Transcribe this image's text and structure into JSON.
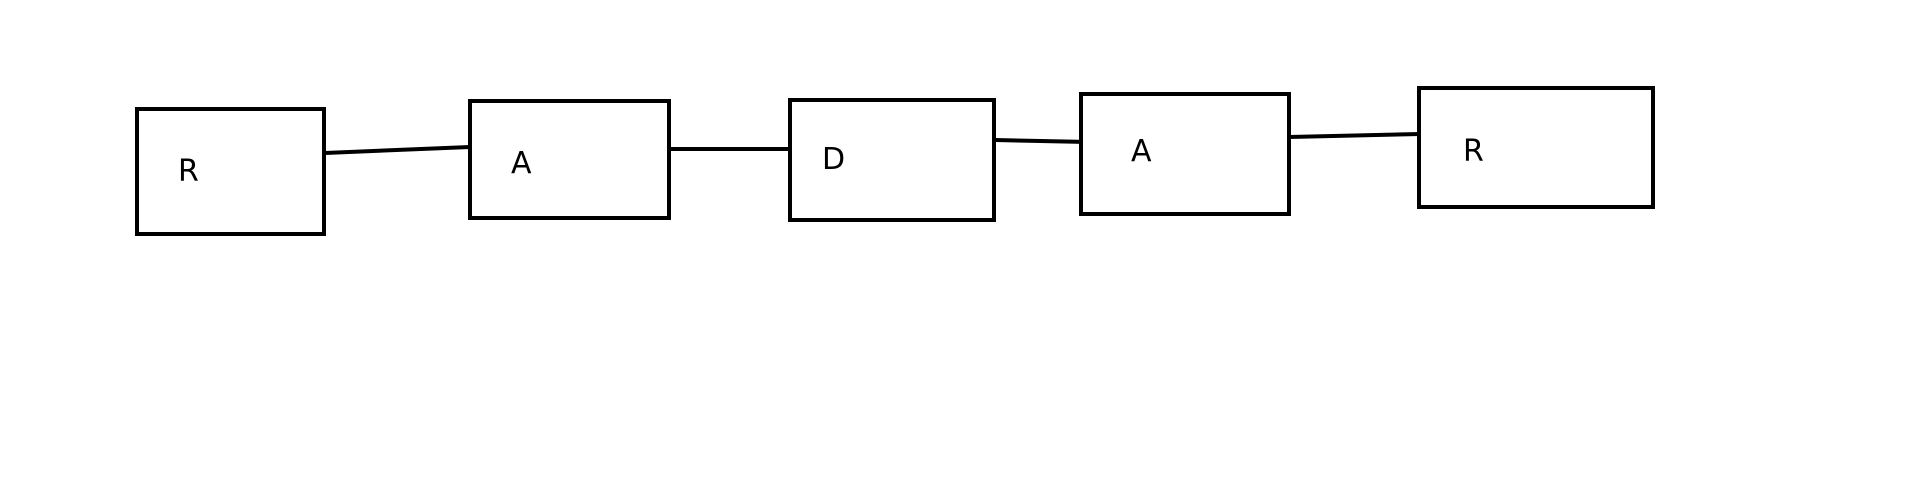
{
  "diagram": {
    "nodes": [
      {
        "id": "n1",
        "label": "R"
      },
      {
        "id": "n2",
        "label": "A"
      },
      {
        "id": "n3",
        "label": "D"
      },
      {
        "id": "n4",
        "label": "A"
      },
      {
        "id": "n5",
        "label": "R"
      }
    ],
    "edges": [
      {
        "from": "n1",
        "to": "n2"
      },
      {
        "from": "n2",
        "to": "n3"
      },
      {
        "from": "n3",
        "to": "n4"
      },
      {
        "from": "n4",
        "to": "n5"
      }
    ],
    "colors": {
      "stroke": "#000000",
      "background": "#ffffff"
    }
  }
}
